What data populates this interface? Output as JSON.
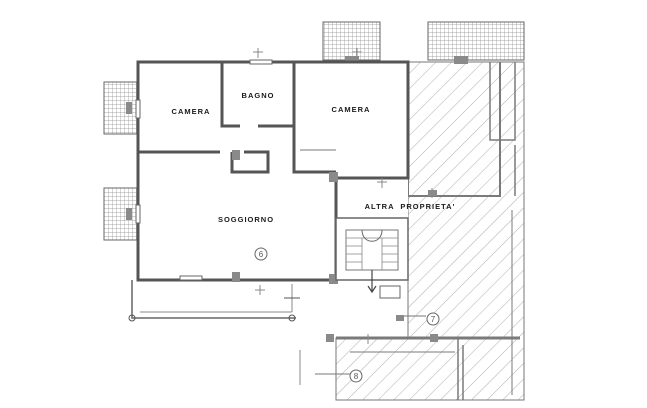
{
  "rooms": {
    "camera_left": "CAMERA",
    "bagno": "BAGNO",
    "camera_right": "CAMERA",
    "soggiorno": "SOGGIORNO",
    "altra_proprieta": "ALTRA  PROPRIETA'"
  },
  "markers": {
    "marker_6_top": "6",
    "marker_7": "7",
    "marker_8": "8"
  },
  "colors": {
    "wall": "#555555",
    "hatch": "#9a9a9a",
    "background": "#ffffff"
  }
}
